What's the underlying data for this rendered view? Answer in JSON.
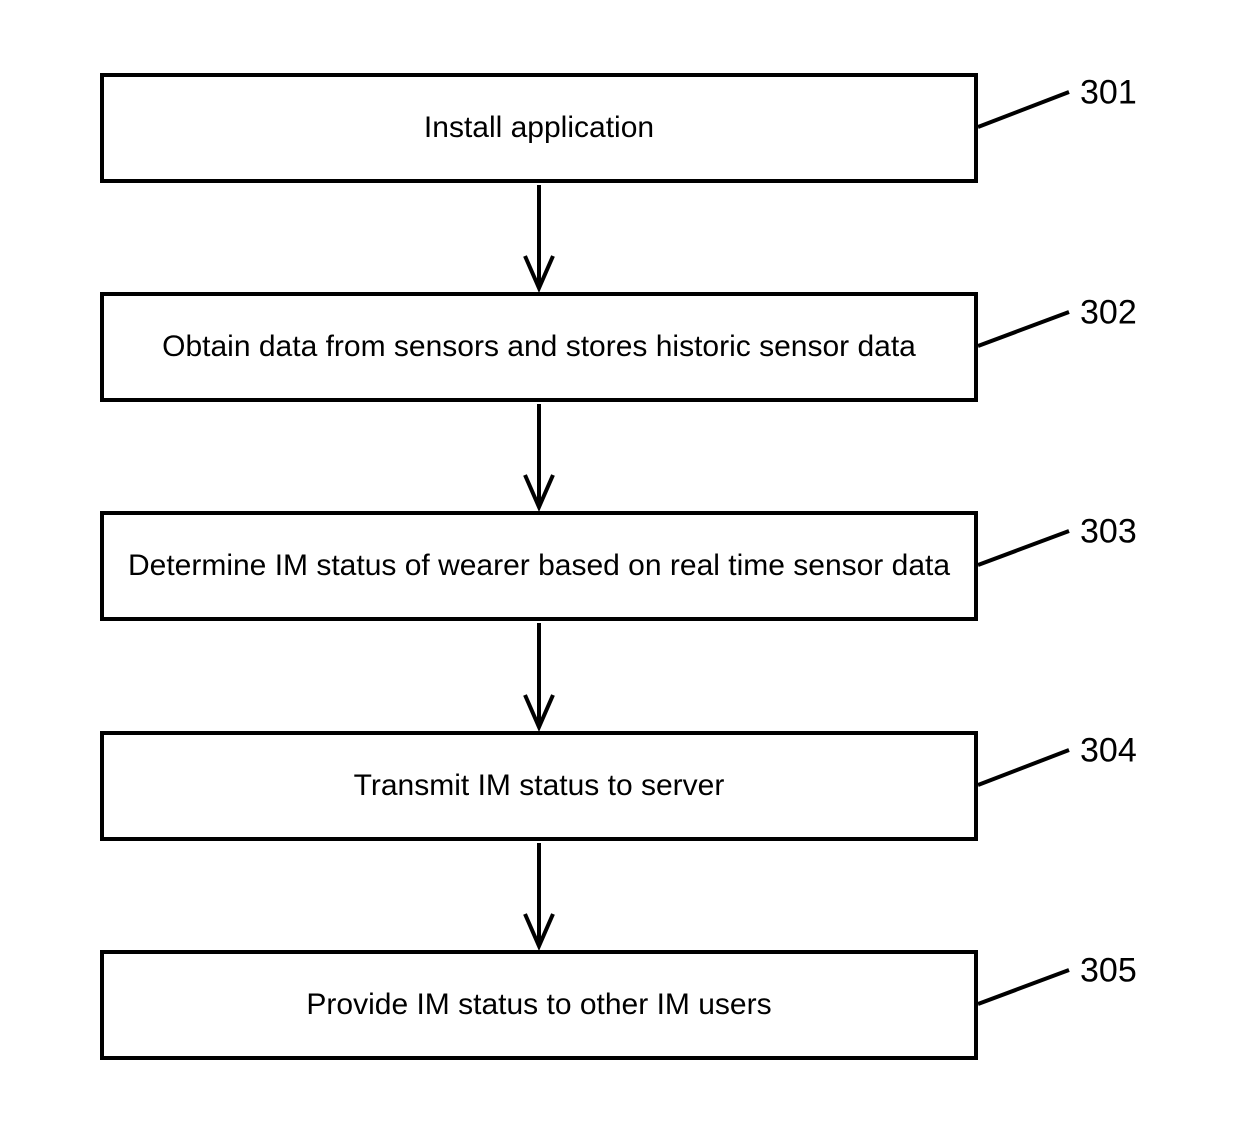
{
  "figure": {
    "type": "flowchart",
    "background_color": "#ffffff",
    "line_color": "#000000",
    "steps": [
      {
        "label": "Install application",
        "ref": "301"
      },
      {
        "label": "Obtain data from sensors and stores historic sensor data",
        "ref": "302"
      },
      {
        "label": "Determine IM status of wearer based on real time sensor data",
        "ref": "303"
      },
      {
        "label": "Transmit IM status to server",
        "ref": "304"
      },
      {
        "label": "Provide IM status to other IM users",
        "ref": "305"
      }
    ]
  }
}
